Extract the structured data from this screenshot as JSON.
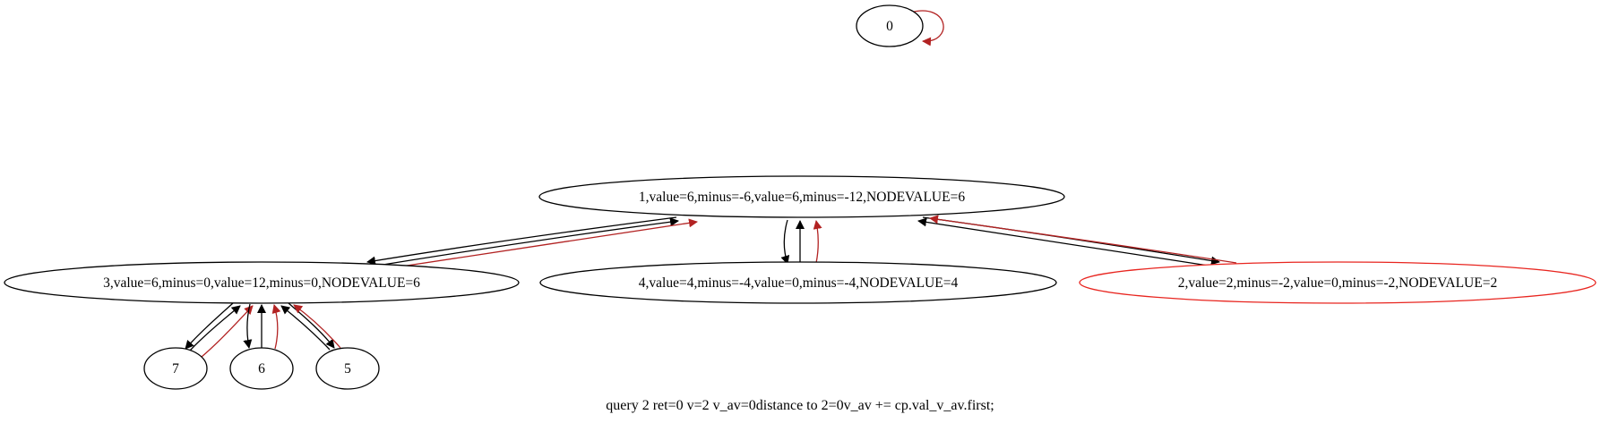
{
  "graph": {
    "nodes": [
      {
        "id": "0",
        "label": "0",
        "highlight": false
      },
      {
        "id": "1",
        "label": "1,value=6,minus=-6,value=6,minus=-12,NODEVALUE=6",
        "highlight": false
      },
      {
        "id": "3",
        "label": "3,value=6,minus=0,value=12,minus=0,NODEVALUE=6",
        "highlight": false
      },
      {
        "id": "4",
        "label": "4,value=4,minus=-4,value=0,minus=-4,NODEVALUE=4",
        "highlight": false
      },
      {
        "id": "2",
        "label": "2,value=2,minus=-2,value=0,minus=-2,NODEVALUE=2",
        "highlight": true
      },
      {
        "id": "7",
        "label": "7",
        "highlight": false
      },
      {
        "id": "6",
        "label": "6",
        "highlight": false
      },
      {
        "id": "5",
        "label": "5",
        "highlight": false
      }
    ],
    "edges": [
      {
        "from": "0",
        "to": "0",
        "color": "red"
      },
      {
        "from": "1",
        "to": "3",
        "color": "black"
      },
      {
        "from": "3",
        "to": "1",
        "color": "black"
      },
      {
        "from": "3",
        "to": "1",
        "color": "red"
      },
      {
        "from": "1",
        "to": "4",
        "color": "black"
      },
      {
        "from": "4",
        "to": "1",
        "color": "black"
      },
      {
        "from": "4",
        "to": "1",
        "color": "red"
      },
      {
        "from": "1",
        "to": "2",
        "color": "black"
      },
      {
        "from": "2",
        "to": "1",
        "color": "black"
      },
      {
        "from": "2",
        "to": "1",
        "color": "red"
      },
      {
        "from": "3",
        "to": "7",
        "color": "black"
      },
      {
        "from": "7",
        "to": "3",
        "color": "black"
      },
      {
        "from": "7",
        "to": "3",
        "color": "red"
      },
      {
        "from": "3",
        "to": "6",
        "color": "black"
      },
      {
        "from": "6",
        "to": "3",
        "color": "black"
      },
      {
        "from": "6",
        "to": "3",
        "color": "red"
      },
      {
        "from": "3",
        "to": "5",
        "color": "black"
      },
      {
        "from": "5",
        "to": "3",
        "color": "black"
      },
      {
        "from": "5",
        "to": "3",
        "color": "red"
      }
    ],
    "caption": "query 2 ret=0 v=2 v_av=0distance to 2=0v_av += cp.val_v_av.first;"
  },
  "colors": {
    "black": "#000000",
    "red": "#b22222",
    "highlight_outline": "#e8251f"
  }
}
